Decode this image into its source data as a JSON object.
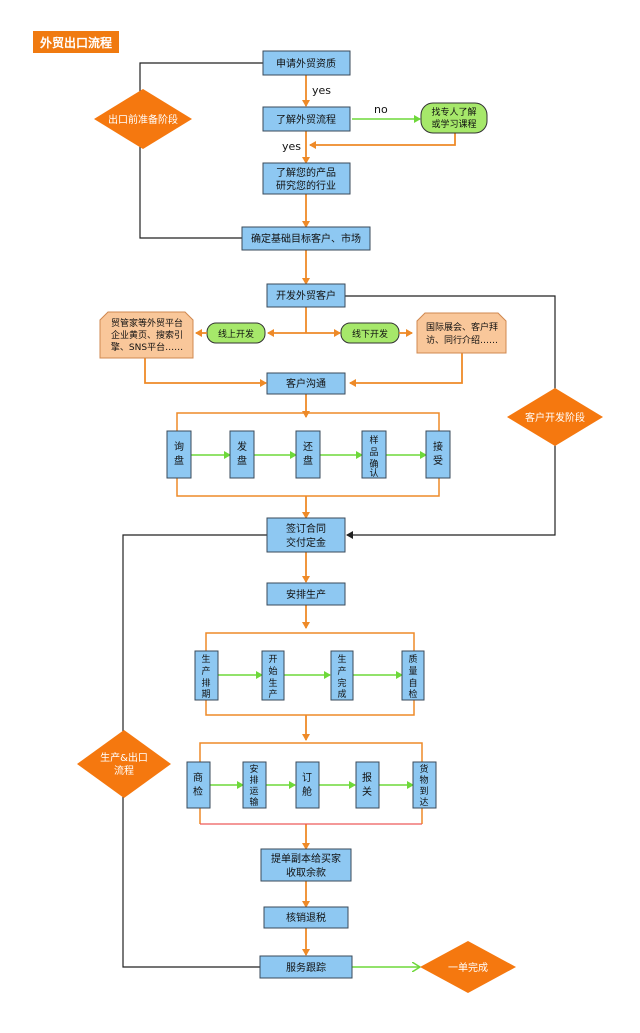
{
  "title": "外贸出口流程",
  "colors": {
    "title_bg": "#f07a10",
    "box_fill": "#8ec8f2",
    "diamond": "#f5780f",
    "green_pill": "#a6e86a",
    "peach": "#f9c79a",
    "orange_line": "#ee8a28",
    "green_line": "#6ed83a"
  },
  "main": {
    "apply": "申请外贸资质",
    "learn_process": "了解外贸流程",
    "learn_product_1": "了解您的产品",
    "learn_product_2": "研究您的行业",
    "target": "确定基础目标客户、市场",
    "develop": "开发外贸客户",
    "communicate": "客户沟通",
    "contract_1": "签订合同",
    "contract_2": "交付定金",
    "arrange": "安排生产",
    "docs_1": "提单副本给买家",
    "docs_2": "收取余款",
    "verify": "核销退税",
    "service": "服务跟踪"
  },
  "labels": {
    "yes_1": "yes",
    "yes_2": "yes",
    "no": "no"
  },
  "side": {
    "expert_1": "找专人了解",
    "expert_2": "或学习课程",
    "online": "线上开发",
    "offline": "线下开发",
    "online_desc": [
      "贸管家等外贸平台",
      "企业黄页、搜索引",
      "擎、SNS平台……"
    ],
    "offline_desc": [
      "国际展会、客户拜",
      "访、同行介绍……"
    ]
  },
  "stages": {
    "pre_export": "出口前准备阶段",
    "customer_dev": "客户开发阶段",
    "production_1": "生产&出口",
    "production_2": "流程",
    "done": "一单完成"
  },
  "negotiation": [
    "询盘",
    "发盘",
    "还盘",
    "样品确认",
    "接受"
  ],
  "production": [
    "生产排期",
    "开始生产",
    "生产完成",
    "质量自检"
  ],
  "shipping": [
    "商检",
    "安排运输",
    "订舱",
    "报关",
    "货物到达"
  ]
}
